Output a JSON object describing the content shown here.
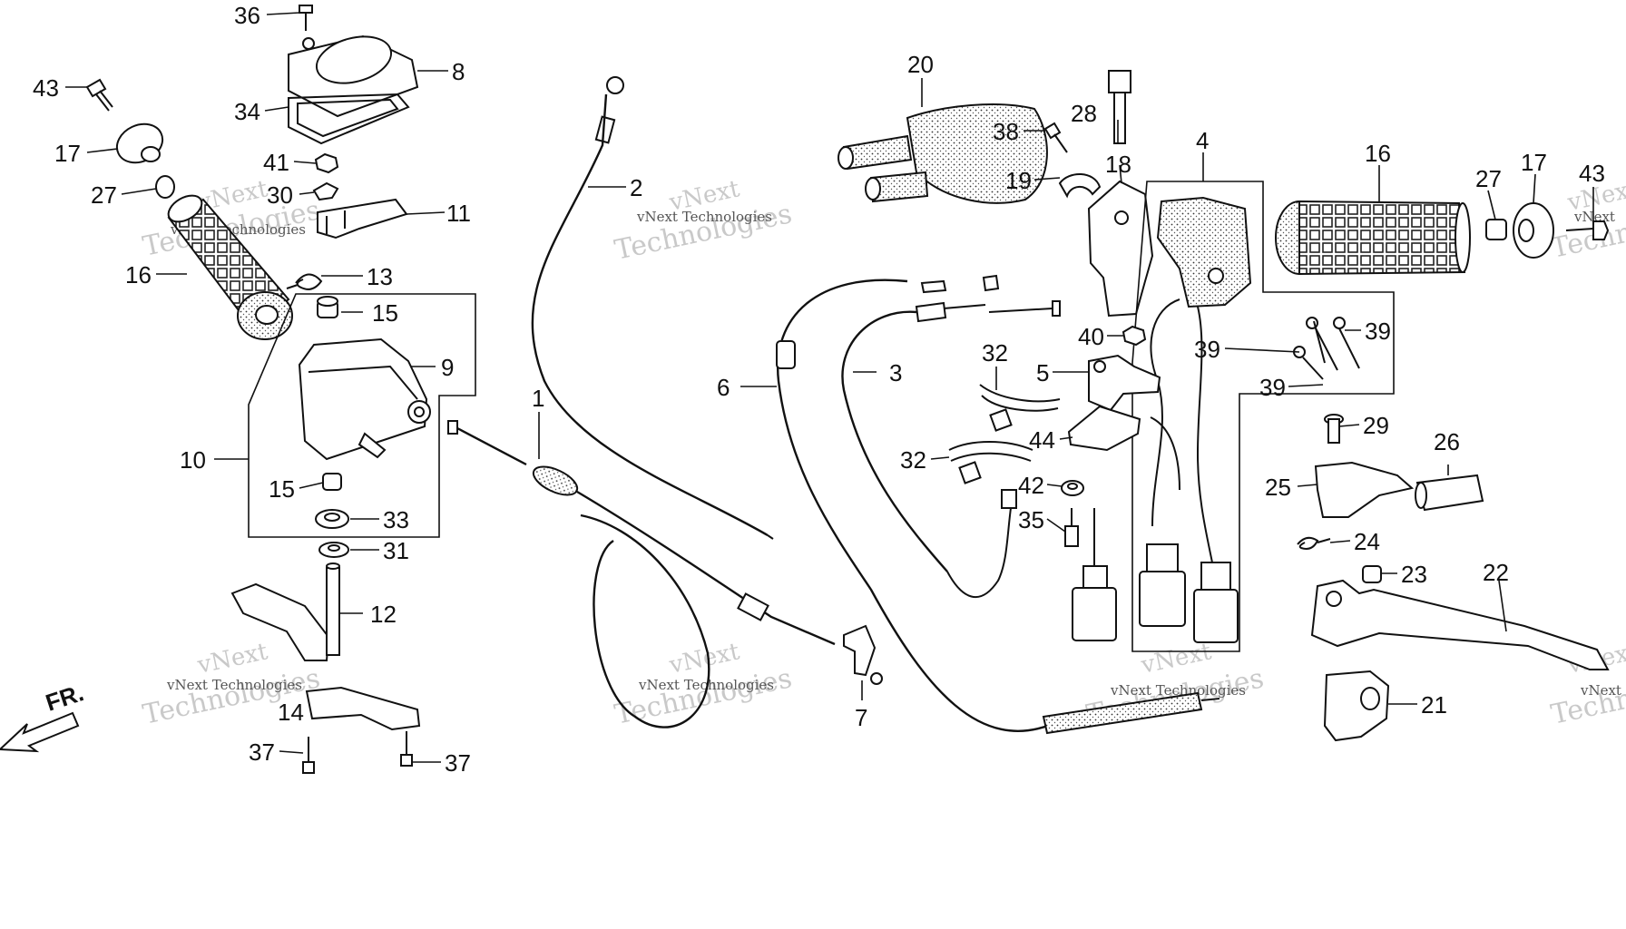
{
  "watermark": {
    "brand": "vNext",
    "company": "Technologies",
    "full": "vNext Technologies"
  },
  "direction_label": "FR.",
  "callouts": [
    {
      "id": "c36",
      "text": "36"
    },
    {
      "id": "c8",
      "text": "8"
    },
    {
      "id": "c43a",
      "text": "43"
    },
    {
      "id": "c34",
      "text": "34"
    },
    {
      "id": "c17a",
      "text": "17"
    },
    {
      "id": "c41",
      "text": "41"
    },
    {
      "id": "c27a",
      "text": "27"
    },
    {
      "id": "c30",
      "text": "30"
    },
    {
      "id": "c11",
      "text": "11"
    },
    {
      "id": "c16a",
      "text": "16"
    },
    {
      "id": "c13",
      "text": "13"
    },
    {
      "id": "c15a",
      "text": "15"
    },
    {
      "id": "c9",
      "text": "9"
    },
    {
      "id": "c10",
      "text": "10"
    },
    {
      "id": "c15b",
      "text": "15"
    },
    {
      "id": "c33",
      "text": "33"
    },
    {
      "id": "c31",
      "text": "31"
    },
    {
      "id": "c12",
      "text": "12"
    },
    {
      "id": "c14",
      "text": "14"
    },
    {
      "id": "c37a",
      "text": "37"
    },
    {
      "id": "c37b",
      "text": "37"
    },
    {
      "id": "c2",
      "text": "2"
    },
    {
      "id": "c1",
      "text": "1"
    },
    {
      "id": "c7",
      "text": "7"
    },
    {
      "id": "c6",
      "text": "6"
    },
    {
      "id": "c3",
      "text": "3"
    },
    {
      "id": "c20",
      "text": "20"
    },
    {
      "id": "c38",
      "text": "38"
    },
    {
      "id": "c28",
      "text": "28"
    },
    {
      "id": "c19",
      "text": "19"
    },
    {
      "id": "c18",
      "text": "18"
    },
    {
      "id": "c4",
      "text": "4"
    },
    {
      "id": "c32a",
      "text": "32"
    },
    {
      "id": "c32b",
      "text": "32"
    },
    {
      "id": "c40",
      "text": "40"
    },
    {
      "id": "c5",
      "text": "5"
    },
    {
      "id": "c44",
      "text": "44"
    },
    {
      "id": "c42",
      "text": "42"
    },
    {
      "id": "c35",
      "text": "35"
    },
    {
      "id": "c16b",
      "text": "16"
    },
    {
      "id": "c27b",
      "text": "27"
    },
    {
      "id": "c17b",
      "text": "17"
    },
    {
      "id": "c43b",
      "text": "43"
    },
    {
      "id": "c39a",
      "text": "39"
    },
    {
      "id": "c39b",
      "text": "39"
    },
    {
      "id": "c39c",
      "text": "39"
    },
    {
      "id": "c29",
      "text": "29"
    },
    {
      "id": "c26",
      "text": "26"
    },
    {
      "id": "c25",
      "text": "25"
    },
    {
      "id": "c24",
      "text": "24"
    },
    {
      "id": "c23",
      "text": "23"
    },
    {
      "id": "c22",
      "text": "22"
    },
    {
      "id": "c21",
      "text": "21"
    }
  ]
}
